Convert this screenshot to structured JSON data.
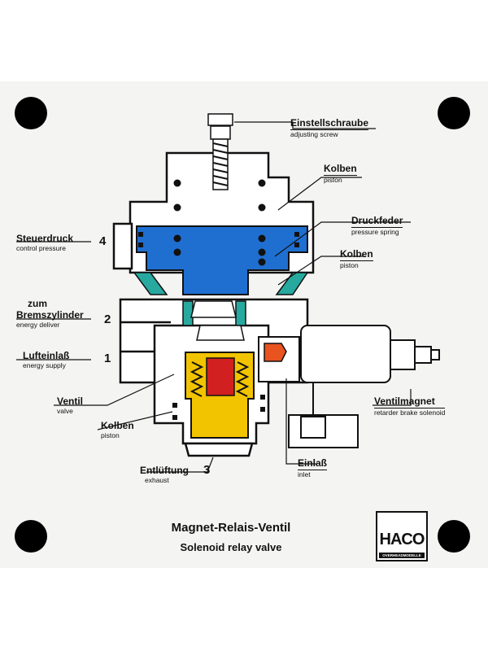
{
  "labels": {
    "adjusting_screw": {
      "de": "Einstellschraube",
      "en": "adjusting screw"
    },
    "piston_top": {
      "de": "Kolben",
      "en": "piston"
    },
    "pressure_spring": {
      "de": "Druckfeder",
      "en": "pressure spring"
    },
    "piston_mid": {
      "de": "Kolben",
      "en": "piston"
    },
    "control_pressure": {
      "de": "Steuerdruck",
      "en": "control pressure"
    },
    "brake_cylinder": {
      "de_line1": "zum",
      "de_line2": "Bremszylinder",
      "en": "energy deliver"
    },
    "air_inlet": {
      "de": "Lufteinlaß",
      "en": "energy supply"
    },
    "valve": {
      "de": "Ventil",
      "en": "valve"
    },
    "piston_bottom": {
      "de": "Kolben",
      "en": "piston"
    },
    "solenoid": {
      "de": "Ventilmagnet",
      "en": "retarder brake solenoid"
    },
    "inlet": {
      "de": "Einlaß",
      "en": "inlet"
    },
    "exhaust": {
      "de": "Entlüftung",
      "en": "exhaust"
    }
  },
  "port_numbers": {
    "control": "4",
    "delivery": "2",
    "supply": "1",
    "exhaust": "3"
  },
  "title": {
    "de": "Magnet-Relais-Ventil",
    "en": "Solenoid relay valve"
  },
  "logo": {
    "text": "HACO",
    "subtext": "OVERHEADMODELLE"
  },
  "colors": {
    "upper_piston": "#1f6fd1",
    "air_passage": "#27a9a0",
    "lower_piston": "#f2c400",
    "valve_seat": "#d21f1f",
    "solenoid_armature": "#e8531f",
    "housing": "#ffffff",
    "outline": "#111111"
  }
}
